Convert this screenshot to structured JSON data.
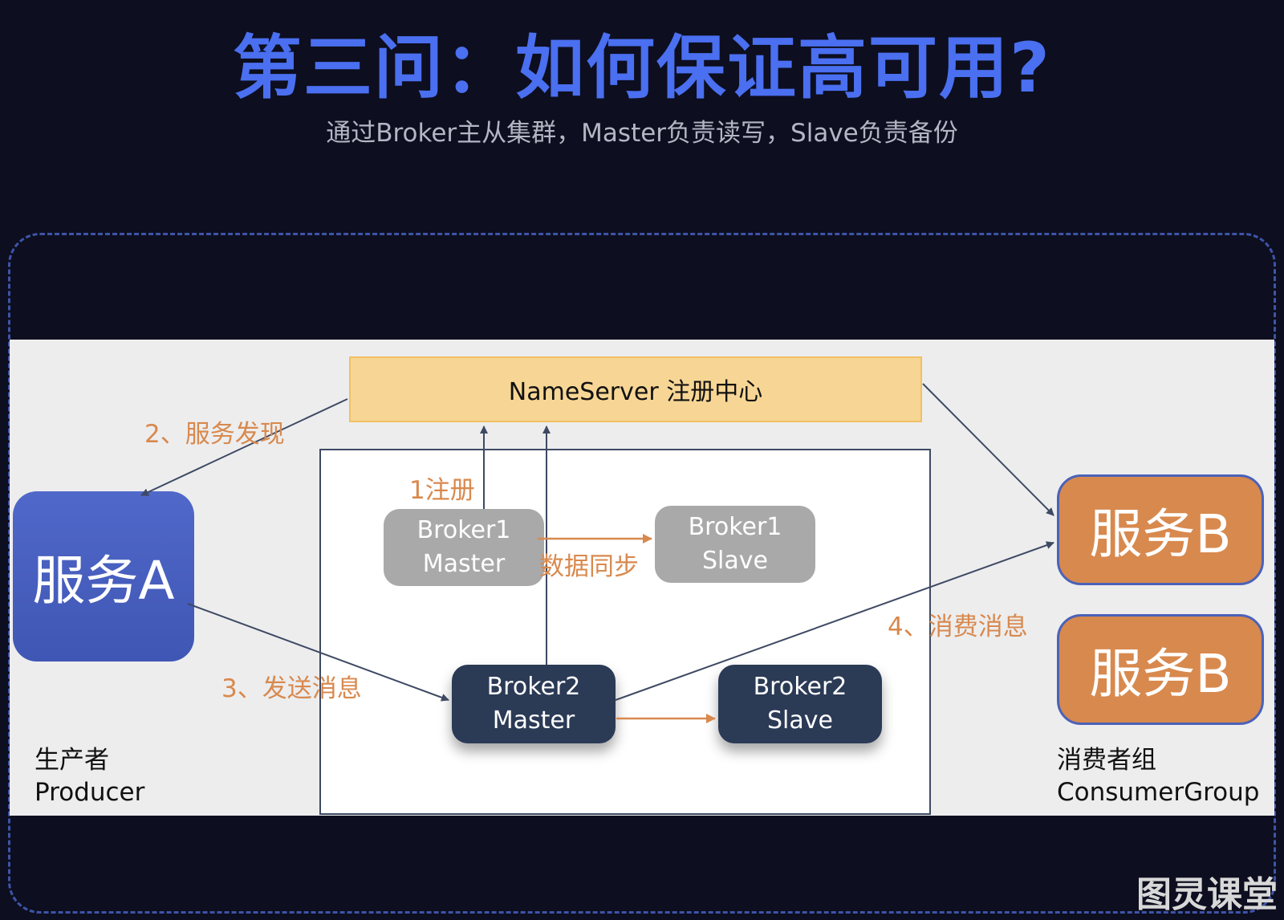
{
  "header": {
    "title": "第三问：如何保证高可用?",
    "subtitle": "通过Broker主从集群，Master负责读写，Slave负责备份"
  },
  "diagram": {
    "nameserver": "NameServer 注册中心",
    "service_a": "服务A",
    "service_b_1": "服务B",
    "service_b_2": "服务B",
    "broker1_master": [
      "Broker1",
      "Master"
    ],
    "broker1_slave": [
      "Broker1",
      "Slave"
    ],
    "broker2_master": [
      "Broker2",
      "Master"
    ],
    "broker2_slave": [
      "Broker2",
      "Slave"
    ],
    "labels": {
      "register": "1注册",
      "discovery": "2、服务发现",
      "send": "3、发送消息",
      "consume": "4、消费消息",
      "sync": "数据同步"
    },
    "producer": [
      "生产者",
      "Producer"
    ],
    "consumer": [
      "消费者组",
      "ConsumerGroup"
    ]
  },
  "watermark": "图灵课堂",
  "colors": {
    "background": "#0d0e1f",
    "title": "#4a6ff0",
    "accent_orange": "#d8894e",
    "dark_broker": "#2b3a55",
    "nameserver": "#f7d695",
    "service_a": "#4a62c4"
  }
}
